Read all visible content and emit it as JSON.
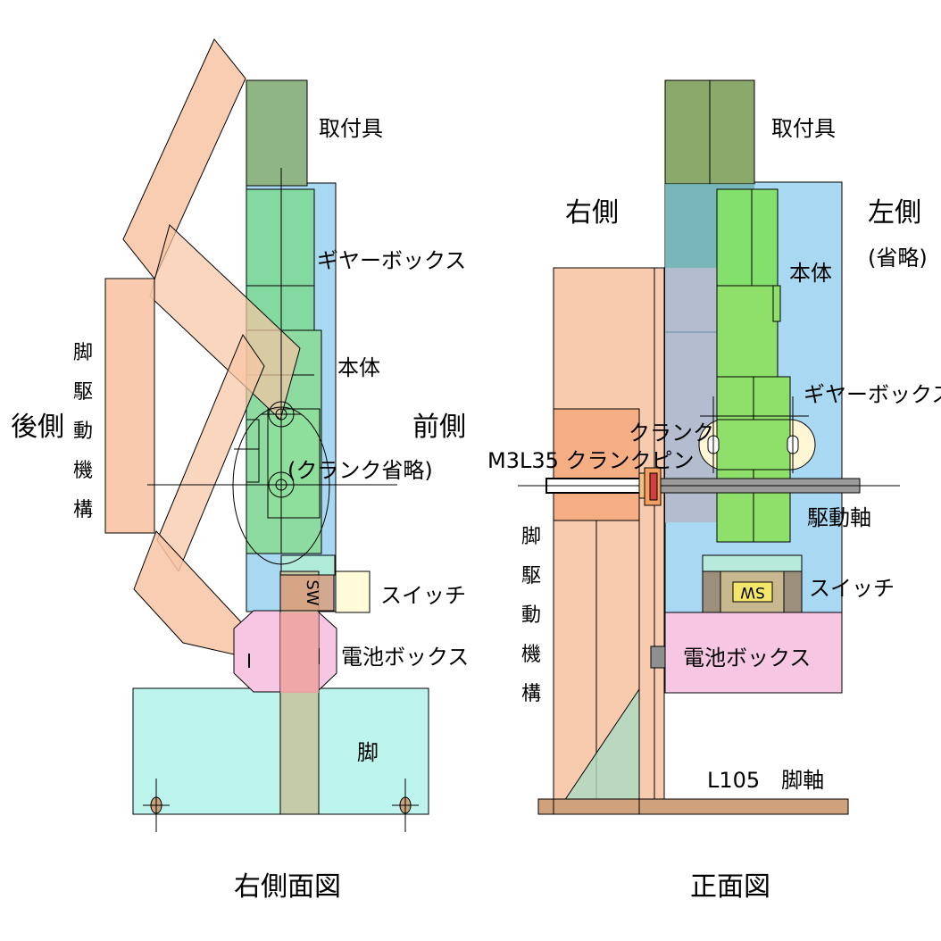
{
  "colors": {
    "mount": "#8aa96a",
    "body_blue": "#a8d8f2",
    "gearbox_green": "#86dc86",
    "leg_salmon": "#f8cbae",
    "battery_pink": "#f7c6e3",
    "leg_cyan": "#bdf4ee",
    "switch_yellow": "#fffbd8",
    "axle_tan": "#cfa27d",
    "front_green": "#8fe06a",
    "outline": "#000000"
  },
  "side_view": {
    "caption": "右側面図",
    "back_label": "後側",
    "front_label": "前側",
    "mount_label": "取付具",
    "gearbox_label": "ギヤーボックス",
    "body_label": "本体",
    "crank_note": "(クランク省略)",
    "switch_label": "スイッチ",
    "battery_label": "電池ボックス",
    "leg_label": "脚",
    "mechanism_chars": [
      "脚",
      "駆",
      "動",
      "機",
      "構"
    ]
  },
  "front_view": {
    "caption": "正面図",
    "right_label": "右側",
    "left_label": "左側",
    "left_note": "(省略)",
    "mount_label": "取付具",
    "body_label": "本体",
    "gearbox_label": "ギヤーボックス",
    "crank_label": "クランク",
    "pin_label": "M3L35 クランクピン",
    "drive_shaft_label": "駆動軸",
    "switch_label": "スイッチ",
    "switch_mark": "SW",
    "battery_label": "電池ボックス",
    "axle_label": "L105　脚軸",
    "mechanism_chars": [
      "脚",
      "駆",
      "動",
      "機",
      "構"
    ]
  }
}
